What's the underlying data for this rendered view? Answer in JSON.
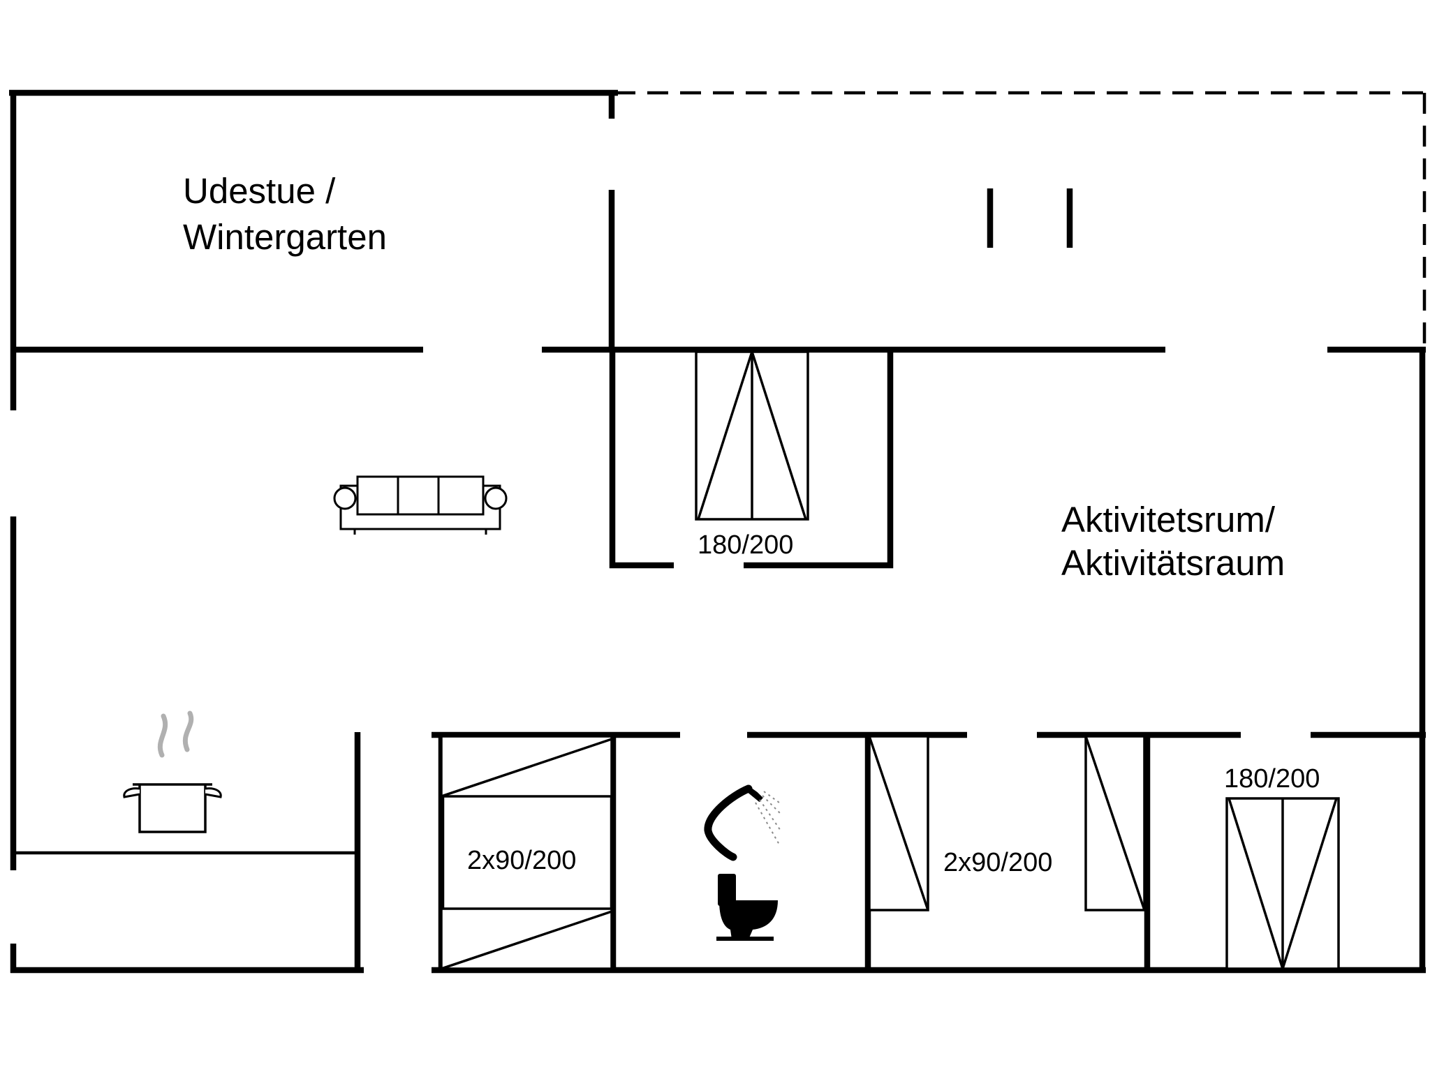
{
  "rooms": {
    "sunroom_line1": "Udestue /",
    "sunroom_line2": "Wintergarten",
    "activity_line1": "Aktivitetsrum/",
    "activity_line2": "Aktivitätsraum"
  },
  "beds": {
    "double_bed_center": "180/200",
    "twin_beds_left": "2x90/200",
    "twin_beds_right": "2x90/200",
    "double_bed_right": "180/200"
  },
  "icons": [
    "sofa-icon",
    "cooking-pot-icon",
    "shower-icon",
    "toilet-icon"
  ],
  "colors": {
    "lines": "#000000",
    "background": "#ffffff",
    "steam": "#b0b0b0"
  }
}
